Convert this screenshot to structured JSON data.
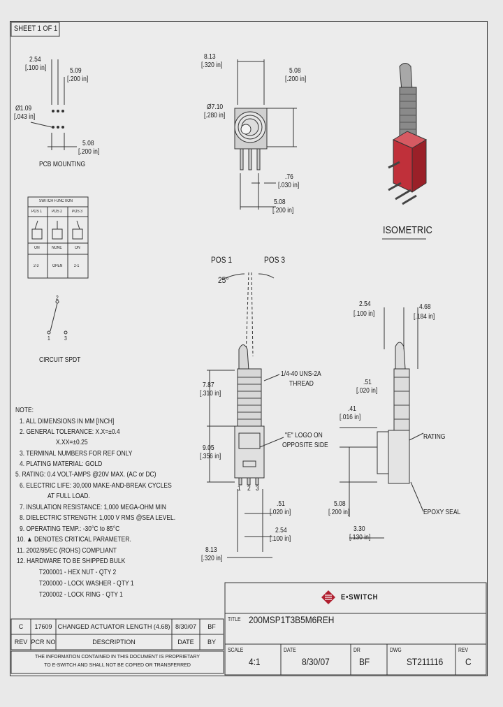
{
  "sheet_label": "SHEET 1 OF 1",
  "pcb": {
    "d1": "2.54",
    "d1_in": "[.100 in]",
    "d2": "5.09",
    "d2_in": "[.200 in]",
    "hole": "Ø1.09",
    "hole_in": "[.043 in]",
    "d3": "5.08",
    "d3_in": "[.200 in]",
    "label": "PCB MOUNTING"
  },
  "front_view": {
    "w": "8.13",
    "w_in": "[.320 in]",
    "h": "5.08",
    "h_in": "[.200 in]",
    "dia": "Ø7.10",
    "dia_in": "[.280 in]",
    "pin": ".76",
    "pin_in": "[.030 in]",
    "pitch": "5.08",
    "pitch_in": "[.200 in]"
  },
  "isometric_label": "ISOMETRIC",
  "switch_function": {
    "title": "SWITCH FUNCTION",
    "headers": [
      "POS 1",
      "POS 2",
      "POS 3"
    ],
    "states": [
      "ON",
      "NONE",
      "ON"
    ],
    "terminals": [
      "2-3",
      "OPEN",
      "2-1"
    ]
  },
  "circuit": {
    "pin_top": "2",
    "pin_left": "1",
    "pin_right": "3",
    "label": "CIRCUIT SPDT"
  },
  "side_view": {
    "pos1": "POS 1",
    "pos3": "POS 3",
    "angle": "25°",
    "h1": "7.87",
    "h1_in": "[.310 in]",
    "h2": "9.05",
    "h2_in": "[.356 in]",
    "thread": "1/4-40 UNS-2A",
    "thread2": "THREAD",
    "logo": "\"E\" LOGO ON",
    "logo2": "OPPOSITE SIDE",
    "pins": [
      "1",
      "2",
      "3"
    ],
    "p1": ".51",
    "p1_in": "[.020 in]",
    "p2": "2.54",
    "p2_in": "[.100 in]",
    "w": "8.13",
    "w_in": "[.320 in]"
  },
  "right_view": {
    "a": "2.54",
    "a_in": "[.100 in]",
    "b": "4.68",
    "b_in": "[.184 in]",
    "c": ".51",
    "c_in": "[.020 in]",
    "d": ".41",
    "d_in": "[.016 in]",
    "rating": "RATING",
    "epoxy": "EPOXY SEAL",
    "e": "5.08",
    "e_in": "[.200 in]",
    "f": "3.30",
    "f_in": "[.130 in]"
  },
  "notes": [
    "NOTE:",
    "1. ALL DIMENSIONS IN MM [INCH]",
    "2. GENERAL TOLERANCE: X.X=±0.4",
    "X.XX=±0.25",
    "3. TERMINAL NUMBERS FOR REF ONLY",
    "4. PLATING MATERIAL: GOLD",
    "5. RATING: 0.4 VOLT-AMPS @20V MAX. (AC or DC)",
    "6. ELECTRIC LIFE: 30,000 MAKE-AND-BREAK CYCLES",
    "AT FULL LOAD.",
    "7. INSULATION RESISTANCE: 1,000 MEGA-OHM MIN",
    "8. DIELECTRIC STRENGTH: 1,000 V RMS @SEA LEVEL.",
    "9. OPERATING TEMP.: -30°C to 85°C",
    "10. ▲ DENOTES CRITICAL PARAMETER.",
    "11. 2002/95/EC (ROHS) COMPLIANT",
    "12. HARDWARE TO BE SHIPPED BULK",
    "T200001 - HEX NUT - QTY 2",
    "T200000 - LOCK WASHER - QTY 1",
    "T200002 - LOCK RING - QTY 1"
  ],
  "revision": {
    "row": [
      "C",
      "17609",
      "CHANGED ACTUATOR LENGTH (4.68)",
      "8/30/07",
      "BF"
    ],
    "headers": [
      "REV",
      "PCR NO",
      "DESCRIPTION",
      "DATE",
      "BY"
    ],
    "disclaimer1": "THE INFORMATION CONTAINED IN THIS DOCUMENT IS PROPRIETARY",
    "disclaimer2": "TO E-SWITCH AND SHALL NOT BE COPIED OR TRANSFERRED"
  },
  "title_block": {
    "brand": "E•SWITCH",
    "title_label": "TITLE",
    "title": "200MSP1T3B5M6REH",
    "scale_label": "SCALE",
    "scale": "4:1",
    "date_label": "DATE",
    "date": "8/30/07",
    "dr_label": "DR",
    "dr": "BF",
    "dwg_label": "DWG",
    "dwg": "ST211116",
    "rev_label": "REV",
    "rev": "C"
  },
  "colors": {
    "isometric_red": "#c0303a",
    "brand_red": "#b02030"
  }
}
